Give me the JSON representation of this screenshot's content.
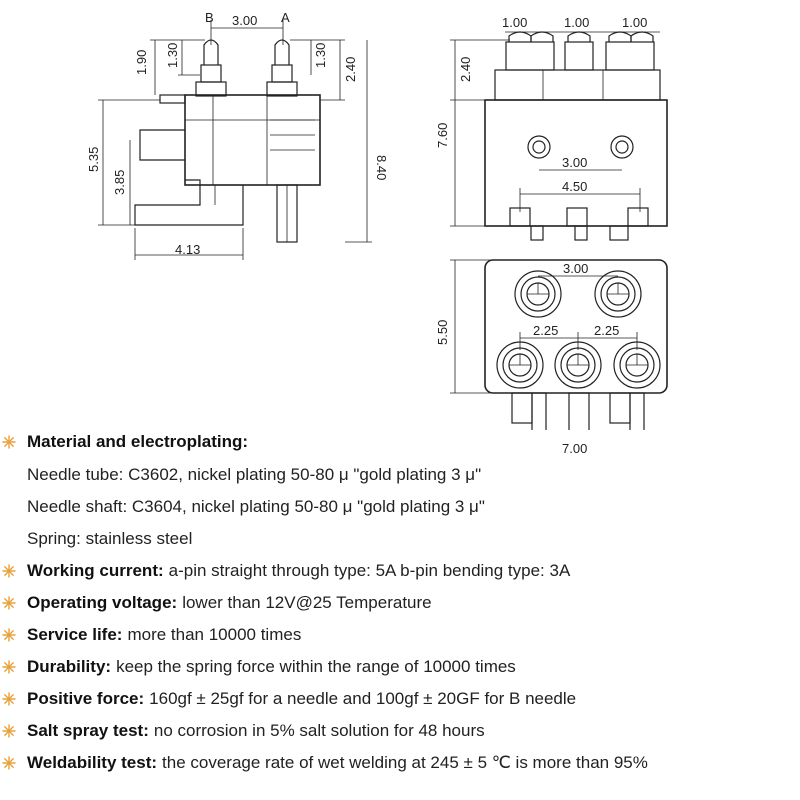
{
  "drawing": {
    "side": {
      "B": "B",
      "A": "A",
      "pitch": "3.00",
      "h190": "1.90",
      "h130a": "1.30",
      "h130b": "1.30",
      "h240": "2.40",
      "h840": "8.40",
      "h535": "5.35",
      "h385": "3.85",
      "w413": "4.13"
    },
    "front": {
      "d1": "1.00",
      "d2": "1.00",
      "d3": "1.00",
      "h240": "2.40",
      "h760": "7.60",
      "holes": "3.00",
      "pins": "4.50"
    },
    "top": {
      "p300": "3.00",
      "p225a": "2.25",
      "p225b": "2.25",
      "h550": "5.50",
      "w700": "7.00"
    }
  },
  "specs": {
    "bullet_color": "#e9a13b",
    "material": {
      "label": "Material and electroplating:"
    },
    "needle_tube": "Needle tube: C3602, nickel plating 50-80 μ \"gold plating 3 μ\"",
    "needle_shaft": "Needle shaft: C3604, nickel plating 50-80 μ \"gold plating 3 μ\"",
    "spring": "Spring: stainless steel",
    "current": {
      "label": "Working current:",
      "value": "a-pin straight through type: 5A b-pin bending type: 3A"
    },
    "voltage": {
      "label": "Operating voltage:",
      "value": "lower than 12V@25 Temperature"
    },
    "life": {
      "label": "Service life:",
      "value": "more than 10000 times"
    },
    "durability": {
      "label": "Durability:",
      "value": "keep the spring force within the range of 10000 times"
    },
    "force": {
      "label": "Positive force:",
      "value": "160gf ± 25gf for a needle and 100gf ± 20GF for B needle"
    },
    "salt": {
      "label": "Salt spray test:",
      "value": "no corrosion in 5% salt solution for 48 hours"
    },
    "weld": {
      "label": "Weldability test:",
      "value": "the coverage rate of wet welding at 245 ± 5 ℃ is more than 95%"
    }
  }
}
